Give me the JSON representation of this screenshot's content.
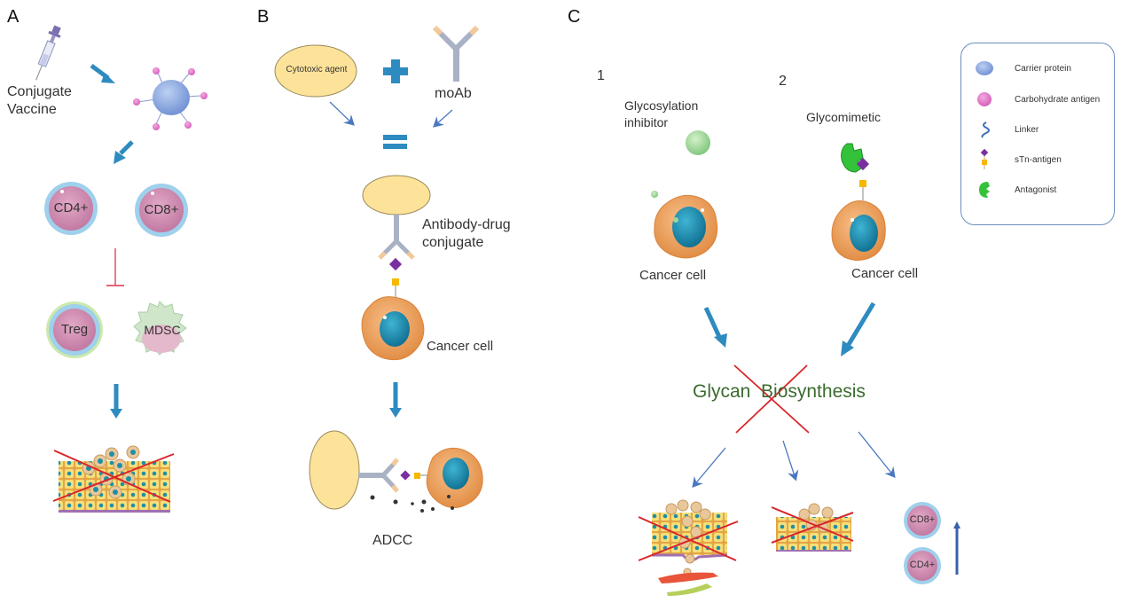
{
  "panels": {
    "a": {
      "label": "A",
      "vaccine_label_line1": "Conjugate",
      "vaccine_label_line2": "Vaccine",
      "cells": {
        "cd4": "CD4+",
        "cd8": "CD8+",
        "treg": "Treg",
        "mdsc": "MDSC"
      }
    },
    "b": {
      "label": "B",
      "cytotoxic_agent": "Cytotoxic agent",
      "moab": "moAb",
      "adc_line1": "Antibody-drug",
      "adc_line2": "conjugate",
      "cancer_cell": "Cancer cell",
      "adcc": "ADCC"
    },
    "c": {
      "label": "C",
      "strategy1": {
        "number": "1",
        "label_line1": "Glycosylation",
        "label_line2": "inhibitor",
        "cancer_cell": "Cancer cell"
      },
      "strategy2": {
        "number": "2",
        "label": "Glycomimetic",
        "cancer_cell": "Cancer cell"
      },
      "pathway": {
        "word1": "Glycan",
        "word2": "Biosynthesis"
      },
      "outcome_cells": {
        "cd8": "CD8+",
        "cd4": "CD4+"
      }
    }
  },
  "legend": {
    "items": [
      {
        "icon": "carrier-protein-icon",
        "label": "Carrier protein"
      },
      {
        "icon": "carbohydrate-antigen-icon",
        "label": "Carbohydrate antigen"
      },
      {
        "icon": "linker-icon",
        "label": "Linker"
      },
      {
        "icon": "stn-antigen-icon",
        "label": "sTn-antigen"
      },
      {
        "icon": "antagonist-icon",
        "label": "Antagonist"
      }
    ]
  },
  "colors": {
    "arrow_blue": "#2e8bc0",
    "thin_arrow": "#4a78c0",
    "inhibit_red": "#e0506a",
    "cross_red": "#d9262b",
    "glycan_green": "#3b6b2e",
    "cancer_orange": "#f2a45c",
    "nucleus_teal": "#1d8fb0",
    "ellipse_yellow": "#fde29a",
    "tcell_pink": "#d496b8",
    "tcell_blue": "#9fd0ec"
  }
}
